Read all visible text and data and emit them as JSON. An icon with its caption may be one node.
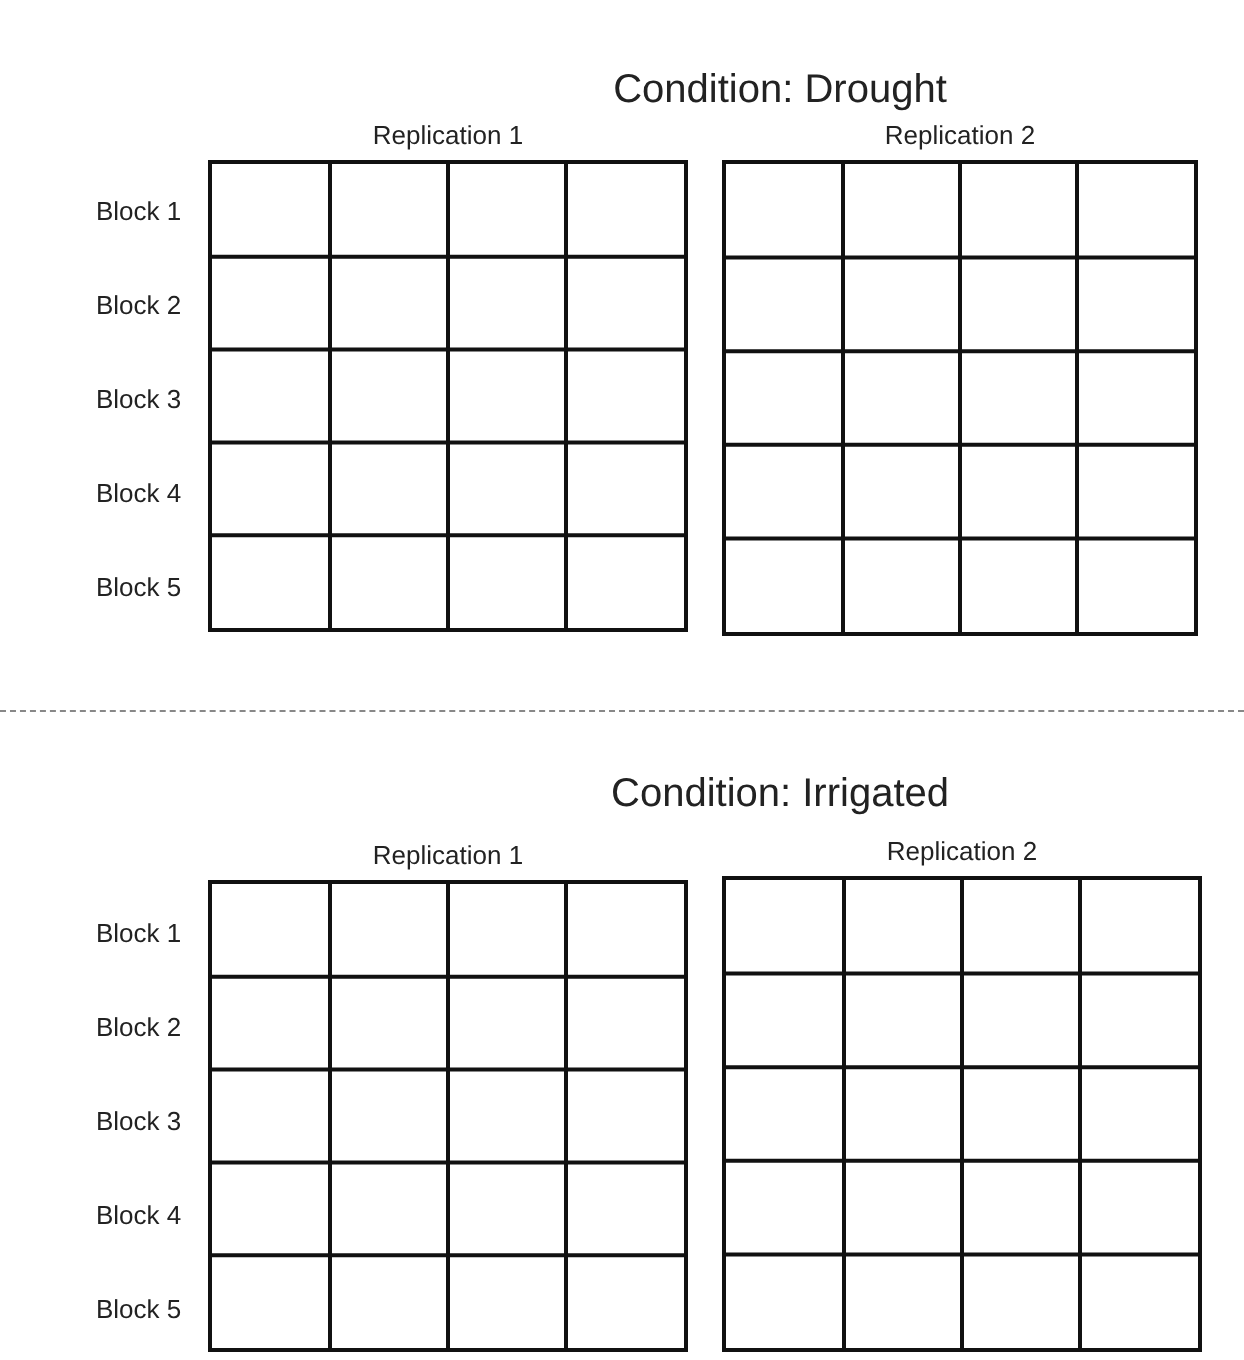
{
  "diagram": {
    "nodes": [
      {
        "text": [
          "Replication 1"
        ]
      },
      {
        "text": [
          "Replication 2"
        ]
      },
      {
        "text": [
          "Replication 1"
        ]
      },
      {
        "text": [
          "Replication 2"
        ]
      }
    ],
    "labels": [
      "Condition: Drought",
      "Block 1",
      "Block 2",
      "Block 3",
      "Block 4",
      "Block 5",
      "Condition: Irrigated",
      "Block 1",
      "Block 2",
      "Block 3",
      "Block 4",
      "Block 5"
    ]
  }
}
